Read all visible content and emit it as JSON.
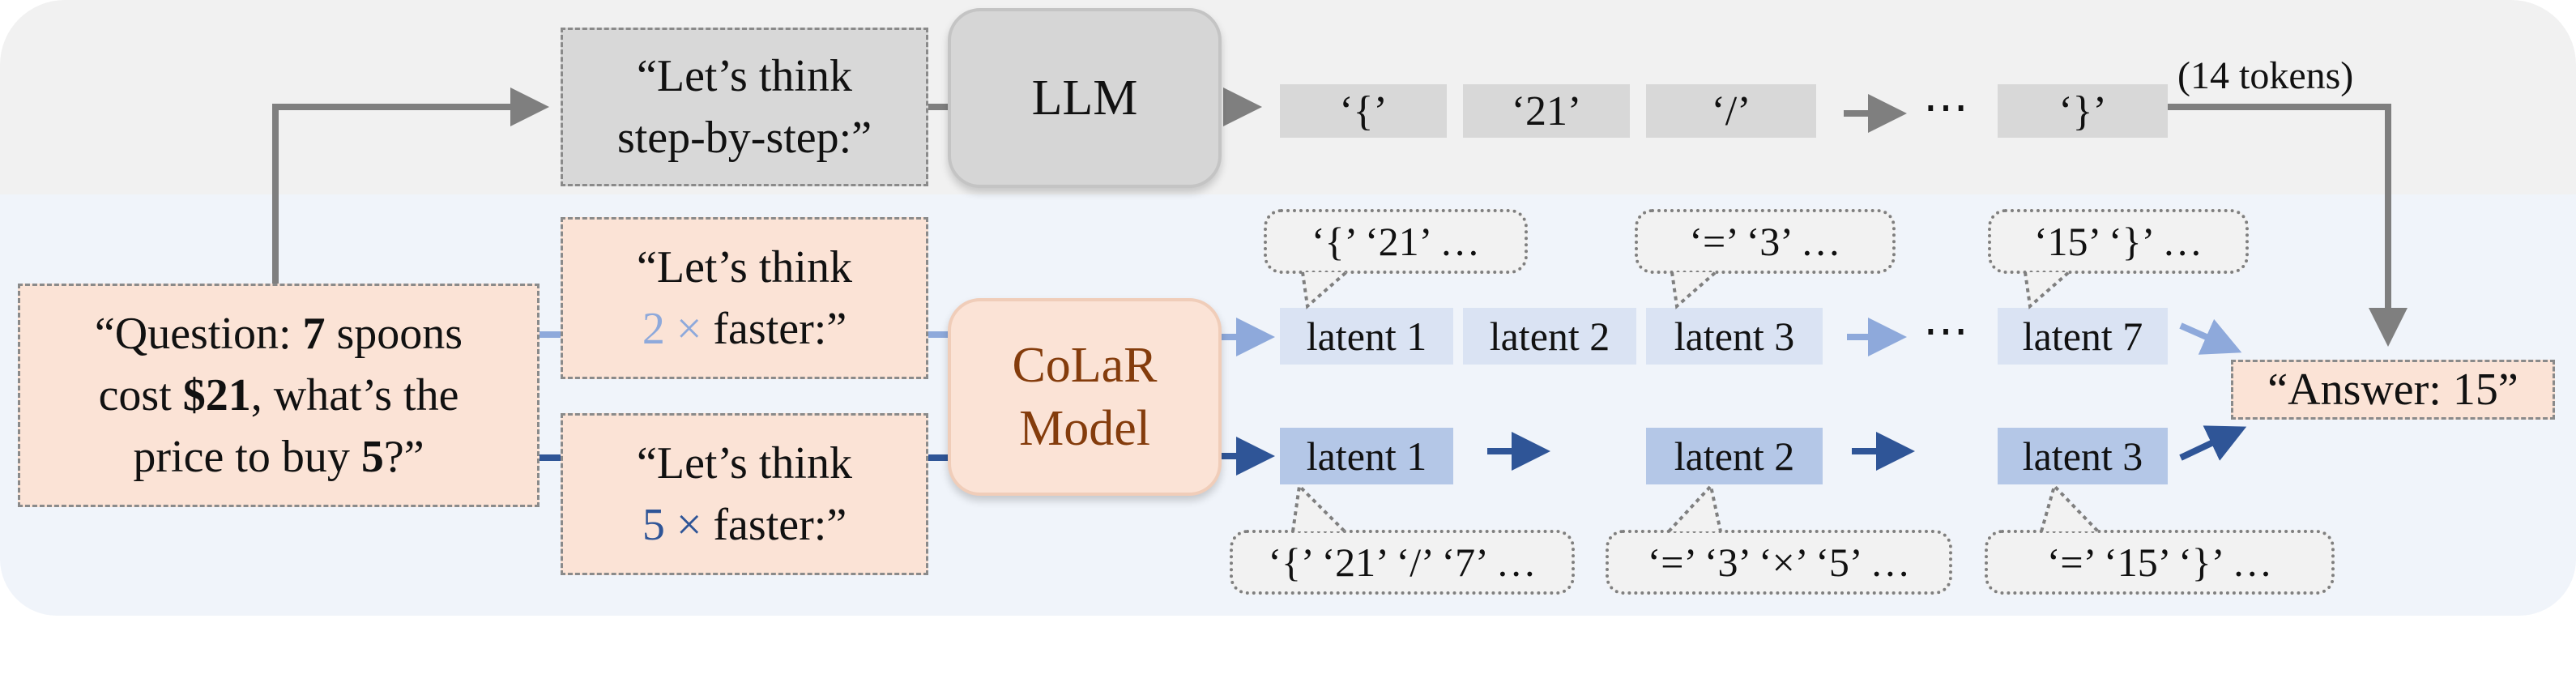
{
  "question": {
    "line1_pre": "“Question: ",
    "line1_num": "7",
    "line1_post": " spoons",
    "line2_pre": "cost ",
    "line2_num": "$21",
    "line2_post": ", what’s the",
    "line3_pre": "price to buy ",
    "line3_num": "5",
    "line3_post": "?”"
  },
  "prompt_cot": {
    "line1": "“Let’s think",
    "line2": "step-by-step:”"
  },
  "prompt_2x": {
    "line1": "“Let’s think",
    "line2_factor": "2 ×",
    "line2_rest": " faster:”"
  },
  "prompt_5x": {
    "line1": "“Let’s think",
    "line2_factor": "5 ×",
    "line2_rest": " faster:”"
  },
  "llm": {
    "label": "LLM"
  },
  "colar": {
    "line1": "CoLaR",
    "line2": "Model"
  },
  "cot_tokens": [
    "‘{’",
    "‘21’",
    "‘/’",
    "‘}’"
  ],
  "ellipsis": "⋯",
  "token_count": "(14 tokens)",
  "latents_2x": [
    "latent 1",
    "latent 2",
    "latent 3",
    "latent 7"
  ],
  "latents_5x": [
    "latent 1",
    "latent 2",
    "latent 3"
  ],
  "bubbles_2x": [
    "‘{’ ‘21’ …",
    "‘=’ ‘3’ …",
    "‘15’ ‘}’ …"
  ],
  "bubbles_5x": [
    "‘{’ ‘21’ ‘/’ ‘7’ …",
    "‘=’ ‘3’ ‘×’ ‘5’ …",
    "‘=’ ‘15’ ‘}’ …"
  ],
  "answer": "“Answer: 15”",
  "colors": {
    "peach": "#fbe3d6",
    "grey_box": "#d8d8d8",
    "latent_light": "#dae3f3",
    "latent_dark": "#b4c7e7",
    "arrow_grey": "#7f7f7f",
    "arrow_light_blue": "#8ea9db",
    "arrow_dark_blue": "#2f5597",
    "colar_text": "#843c0c"
  }
}
